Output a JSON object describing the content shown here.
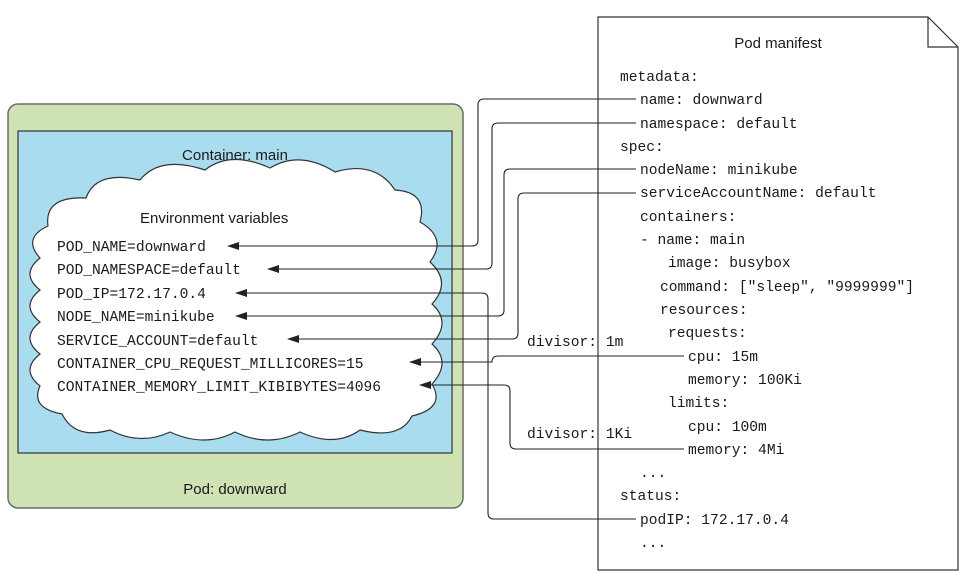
{
  "colors": {
    "pod_fill": "#cfe3b5",
    "pod_stroke": "#6b6b6b",
    "container_fill": "#aadcf0",
    "cloud_fill": "#ffffff",
    "line": "#222222"
  },
  "pod": {
    "label": "Pod: downward"
  },
  "container": {
    "label": "Container: main"
  },
  "env": {
    "title": "Environment variables",
    "vars": [
      "POD_NAME=downward",
      "POD_NAMESPACE=default",
      "POD_IP=172.17.0.4",
      "NODE_NAME=minikube",
      "SERVICE_ACCOUNT=default",
      "CONTAINER_CPU_REQUEST_MILLICORES=15",
      "CONTAINER_MEMORY_LIMIT_KIBIBYTES=4096"
    ]
  },
  "annotations": {
    "cpu_divisor": "divisor: 1m",
    "mem_divisor": "divisor: 1Ki"
  },
  "manifest": {
    "title": "Pod manifest",
    "lines": [
      "metadata:",
      "name: downward",
      "namespace: default",
      "spec:",
      "nodeName: minikube",
      "serviceAccountName: default",
      "containers:",
      "- name: main",
      "image: busybox",
      "command: [\"sleep\", \"9999999\"]",
      "resources:",
      "requests:",
      "cpu: 15m",
      "memory: 100Ki",
      "limits:",
      "cpu: 100m",
      "memory: 4Mi",
      "...",
      "status:",
      "podIP: 172.17.0.4",
      "..."
    ]
  }
}
